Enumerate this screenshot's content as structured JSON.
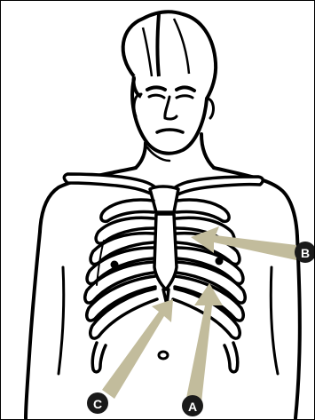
{
  "colors": {
    "outline": "#000000",
    "arrow": "#c2bc9c",
    "marker": "#1a1a1a",
    "marker_text": "#ffffff",
    "background": "#ffffff"
  },
  "markers": [
    {
      "id": "A",
      "label": "A"
    },
    {
      "id": "B",
      "label": "B"
    },
    {
      "id": "C",
      "label": "C"
    }
  ]
}
